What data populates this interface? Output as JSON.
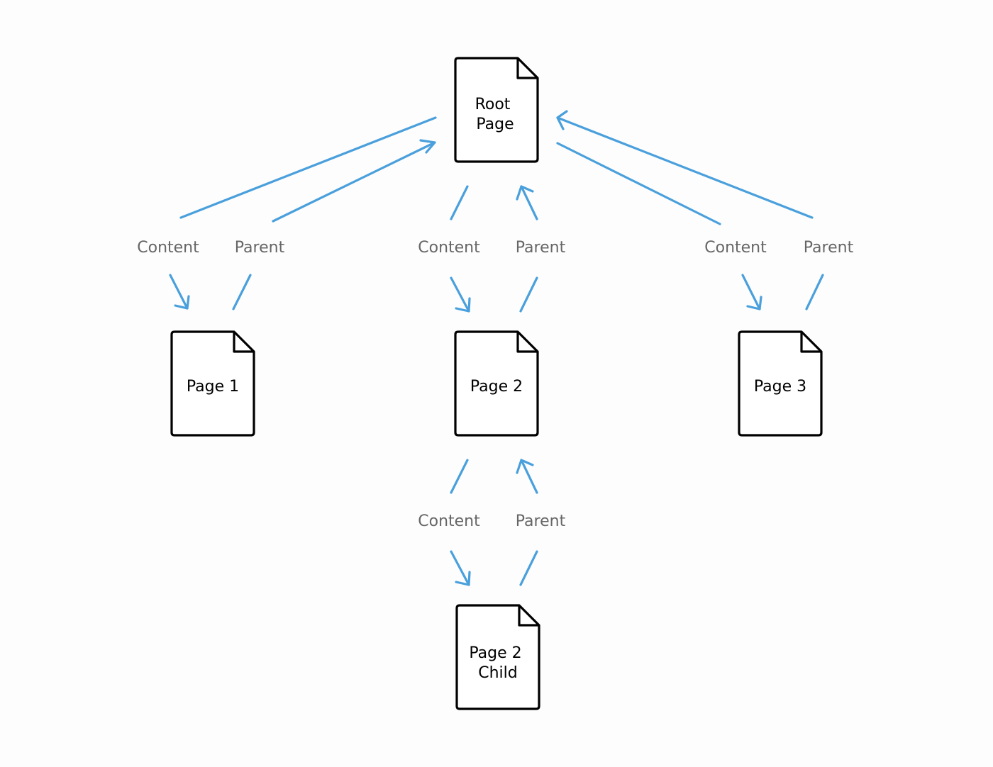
{
  "colors": {
    "background": "#fdfdfd",
    "link": "#4aa0dc",
    "page_stroke": "#000000",
    "edge_label": "#666666"
  },
  "icons": {
    "page": "document-icon"
  },
  "pages": {
    "root": {
      "lines": [
        "Root",
        "Page"
      ]
    },
    "page1": {
      "lines": [
        "Page 1"
      ]
    },
    "page2": {
      "lines": [
        "Page 2"
      ]
    },
    "page3": {
      "lines": [
        "Page 3"
      ]
    },
    "page2child": {
      "lines": [
        "Page 2",
        "Child"
      ]
    }
  },
  "links": [
    {
      "content_label": "Content",
      "parent_label": "Parent"
    },
    {
      "content_label": "Content",
      "parent_label": "Parent"
    },
    {
      "content_label": "Content",
      "parent_label": "Parent"
    },
    {
      "content_label": "Content",
      "parent_label": "Parent"
    }
  ]
}
